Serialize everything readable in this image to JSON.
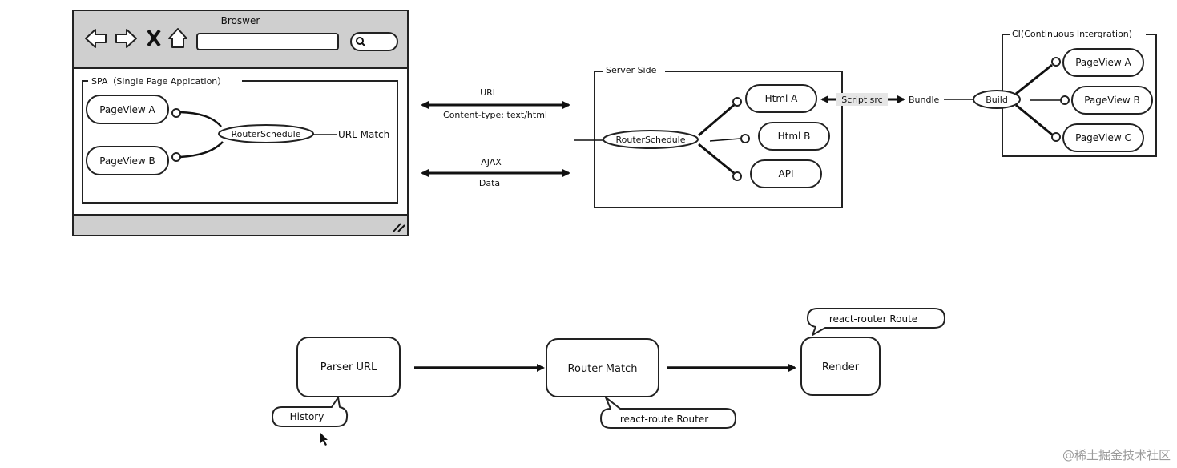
{
  "browser": {
    "title": "Broswer",
    "spa_title": "SPA（Single Page Appication）",
    "page_a": "PageView A",
    "page_b": "PageView B",
    "router": "RouterSchedule",
    "url_match": "URL Match",
    "nav_icons": [
      "back-arrow-icon",
      "forward-arrow-icon",
      "close-icon",
      "home-icon"
    ],
    "search_icon": "search-icon"
  },
  "links": {
    "top_upper": "URL",
    "top_lower": "Content-type: text/html",
    "bottom_upper": "AJAX",
    "bottom_lower": "Data"
  },
  "server": {
    "title": "Server Side",
    "router": "RouterSchedule",
    "html_a": "Html A",
    "html_b": "Html B",
    "api": "API",
    "script_src": "Script src",
    "bundle": "Bundle"
  },
  "ci": {
    "title": "CI(Continuous Intergration)",
    "build": "Build",
    "page_a": "PageView A",
    "page_b": "PageView B",
    "page_c": "PageView C"
  },
  "flow": {
    "parser": "Parser URL",
    "router_match": "Router Match",
    "render": "Render",
    "history": "History",
    "react_router": "react-route Router",
    "react_route": "react-router Route"
  },
  "watermark": "@稀土掘金技术社区"
}
